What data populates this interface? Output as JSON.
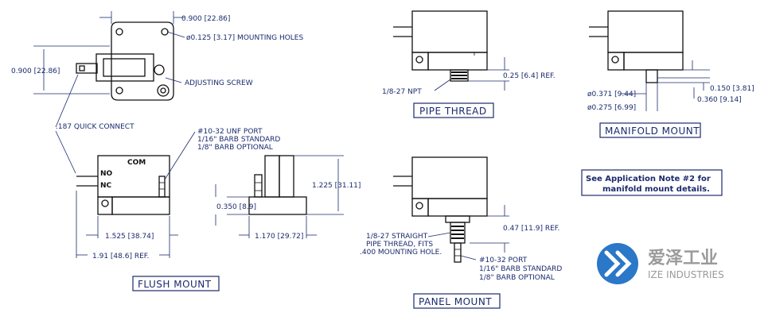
{
  "top_view": {
    "dim_width": "0.900 [22.86]",
    "dim_height": "0.900 [22.86]",
    "mounting_holes": "ø0.125 [3.17] MOUNTING HOLES",
    "adjusting_screw": "ADJUSTING SCREW",
    "quick_connect": ".187 QUICK CONNECT"
  },
  "flush_mount": {
    "port_note_line1": "#10-32 UNF PORT",
    "port_note_line2": "1/16\" BARB STANDARD",
    "port_note_line3": "1/8\" BARB OPTIONAL",
    "terminal_com": "COM",
    "terminal_no": "NO",
    "terminal_nc": "NC",
    "dim_body": "1.525 [38.74]",
    "dim_ref": "1.91 [48.6] REF.",
    "dim_side_height": "0.350 [8.9]",
    "dim_side_width": "1.170 [29.72]",
    "dim_total_height": "1.225 [31.11]",
    "title": "FLUSH MOUNT"
  },
  "pipe_thread": {
    "npt_label": "1/8-27 NPT",
    "dim_ref": "0.25 [6.4] REF.",
    "title": "PIPE THREAD"
  },
  "manifold_mount": {
    "dim_dia1": "ø0.371 [9.44]",
    "dim_dia2": "ø0.275 [6.99]",
    "dim_a": "0.150 [3.81]",
    "dim_b": "0.360 [9.14]",
    "title": "MANIFOLD MOUNT",
    "note_line1": "See Application Note #2 for",
    "note_line2": "manifold mount details."
  },
  "panel_mount": {
    "straight_line1": "1/8-27 STRAIGHT",
    "straight_line2": "PIPE THREAD, FITS",
    "straight_line3": ".400 MOUNTING HOLE.",
    "dim_ref": "0.47 [11.9] REF.",
    "port_line1": "#10-32 PORT",
    "port_line2": "1/16\" BARB STANDARD",
    "port_line3": "1/8\" BARB OPTIONAL",
    "title": "PANEL MOUNT"
  },
  "brand": {
    "name_cn": "爱泽工业",
    "name_en": "IZE INDUSTRIES",
    "color_blue": "#2b77c8",
    "color_gray": "#9a9a9a"
  }
}
